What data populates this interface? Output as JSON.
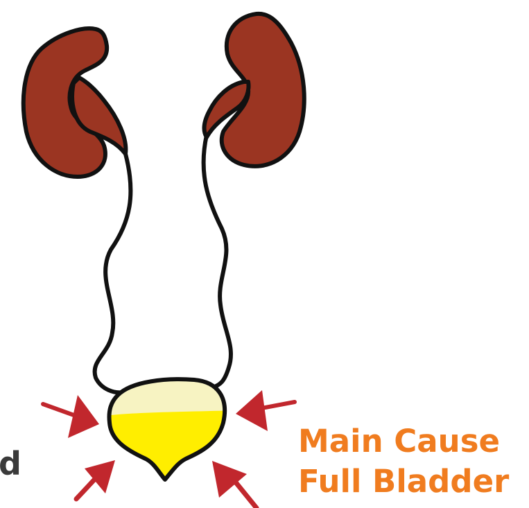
{
  "cut_text": "d",
  "cause": {
    "line1": "Main Cause",
    "line2": "Full Bladder"
  },
  "colors": {
    "kidney": "#9b3522",
    "outline": "#111111",
    "bladder_fill": "#ffee00",
    "bladder_top": "#f7f3c2",
    "arrow": "#c1272d",
    "cause_text": "#f07c1f",
    "cut_text": "#3a3a3a"
  }
}
